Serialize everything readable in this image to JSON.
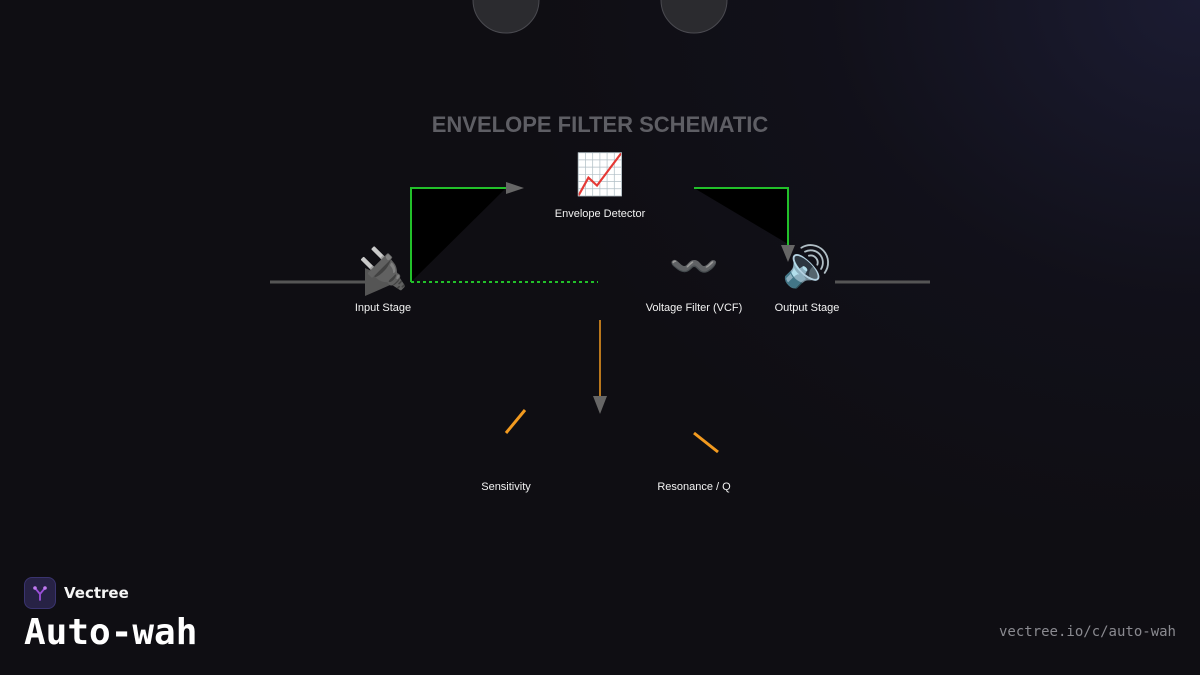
{
  "diagram": {
    "title": "ENVELOPE FILTER SCHEMATIC",
    "nodes": [
      {
        "id": "input",
        "icon": "plug-icon",
        "glyph": "🔌",
        "label": "Input Stage"
      },
      {
        "id": "envelope",
        "icon": "chart-increasing-icon",
        "glyph": "📈",
        "label": "Envelope Detector"
      },
      {
        "id": "vcf",
        "icon": "wavy-dash-icon",
        "glyph": "〰️",
        "label": "Voltage Filter (VCF)"
      },
      {
        "id": "output",
        "icon": "speaker-icon",
        "glyph": "🔊",
        "label": "Output Stage"
      },
      {
        "id": "sensitivity",
        "icon": "knob-indicator-icon",
        "label": "Sensitivity"
      },
      {
        "id": "resonance",
        "icon": "knob-indicator-icon",
        "label": "Resonance / Q"
      }
    ],
    "colors": {
      "signal_path": "#22c02a",
      "control_path": "#f29a1f",
      "audio_line": "#555555",
      "arrow": "#666666"
    }
  },
  "brand": {
    "name": "Vectree",
    "title": "Auto-wah",
    "url": "vectree.io/c/auto-wah",
    "logo_color": "#9b4fd9"
  }
}
